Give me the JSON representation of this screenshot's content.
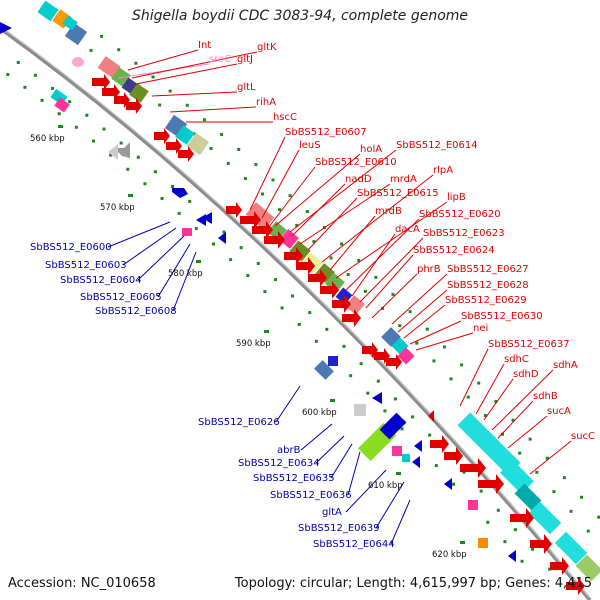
{
  "title": "Shigella boydii CDC 3083-94, complete genome",
  "footer": {
    "accession": "Accession: NC_010658",
    "topology": "Topology: circular; Length: 4,615,997 bp; Genes: 4,415"
  },
  "colors": {
    "forward_label": "#e00000",
    "reverse_label": "#0000aa",
    "pink_label": "#ff88cc",
    "backbone": "#8c8c8c"
  },
  "scale_ticks": [
    "560 kbp",
    "570 kbp",
    "580 kbp",
    "590 kbp",
    "600 kbp",
    "610 kbp",
    "620 kbp"
  ],
  "forward_genes": [
    "Int",
    "sroC",
    "gltJ",
    "gltK",
    "gltL",
    "rihA",
    "hscC",
    "SbBS512_E0607",
    "leuS",
    "SbBS512_E0610",
    "holA",
    "SbBS512_E0614",
    "nadD",
    "mrdA",
    "SbBS512_E0615",
    "rlpA",
    "mrdB",
    "lipB",
    "SbBS512_E0620",
    "dacA",
    "SbBS512_E0623",
    "SbBS512_E0624",
    "phrB",
    "SbBS512_E0627",
    "SbBS512_E0628",
    "SbBS512_E0629",
    "SbBS512_E0630",
    "nei",
    "SbBS512_E0637",
    "sdhC",
    "sdhD",
    "sdhA",
    "sdhB",
    "sucA",
    "sucC"
  ],
  "reverse_genes": [
    "SbBS512_E0600",
    "SbBS512_E0603",
    "SbBS512_E0604",
    "SbBS512_E0605",
    "SbBS512_E0608",
    "SbBS512_E0626",
    "abrB",
    "SbBS512_E0634",
    "SbBS512_E0635",
    "SbBS512_E0636",
    "gltA",
    "SbBS512_E0639",
    "SbBS512_E0644"
  ]
}
